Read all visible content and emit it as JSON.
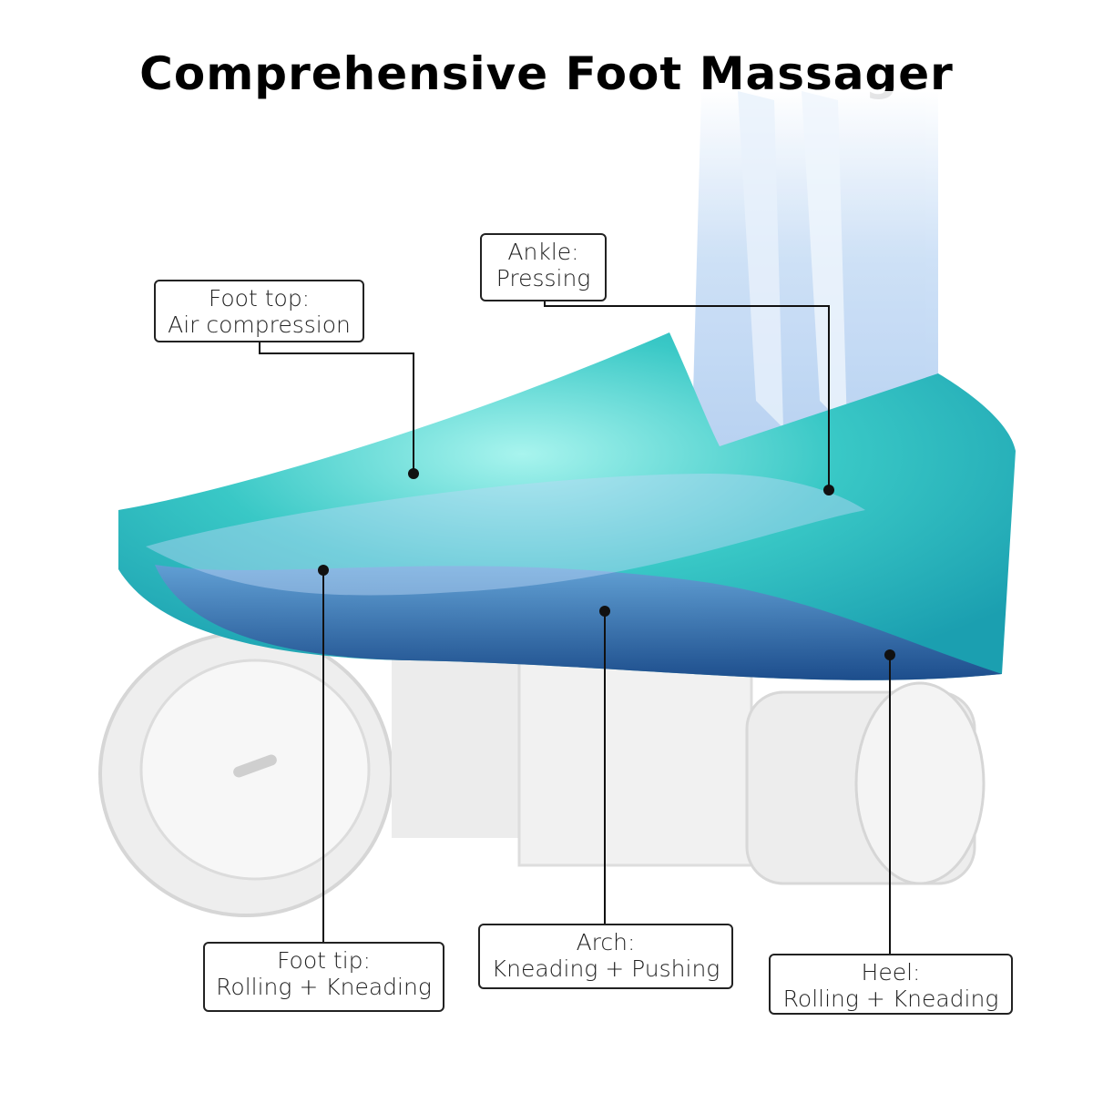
{
  "title": "Comprehensive Foot Massager",
  "callouts": {
    "foot_top": {
      "line1": "Foot top:",
      "line2": "Air compression"
    },
    "ankle": {
      "line1": "Ankle:",
      "line2": "Pressing"
    },
    "foot_tip": {
      "line1": "Foot tip:",
      "line2": "Rolling + Kneading"
    },
    "arch": {
      "line1": "Arch:",
      "line2": "Kneading + Pushing"
    },
    "heel": {
      "line1": "Heel:",
      "line2": "Rolling + Kneading"
    }
  },
  "colors": {
    "teal": "#2fc4c4",
    "teal_dark": "#1a6f9a",
    "bone": "#cfe3f7",
    "device": "#e8e8e8"
  }
}
